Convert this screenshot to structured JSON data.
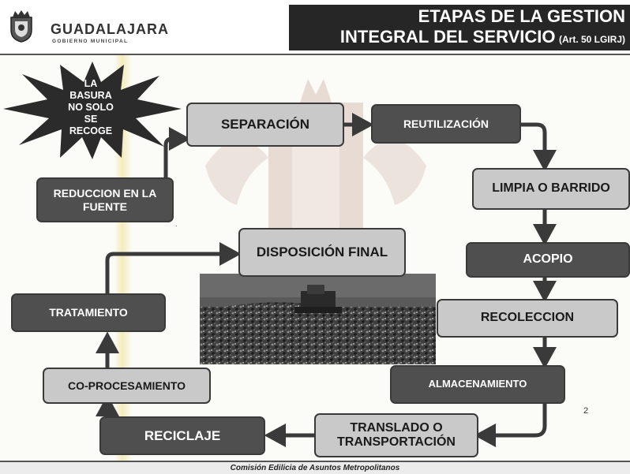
{
  "header": {
    "org_name": "GUADALAJARA",
    "org_subtitle": "GOBIERNO MUNICIPAL",
    "title_line1": "ETAPAS DE LA GESTION",
    "title_line2": "INTEGRAL DEL SERVICIO",
    "title_ref": "(Art. 50 LGIRJ)"
  },
  "callout": {
    "lines": [
      "LA",
      "BASURA",
      "NO SOLO",
      "SE",
      "RECOGE"
    ]
  },
  "stages": {
    "reduccion": "REDUCCION EN LA FUENTE",
    "separacion": "SEPARACIÓN",
    "reutilizacion": "REUTILIZACIÓN",
    "limpia": "LIMPIA O BARRIDO",
    "acopio": "ACOPIO",
    "recoleccion": "RECOLECCION",
    "almacenamiento": "ALMACENAMIENTO",
    "translado": "TRANSLADO O TRANSPORTACIÓN",
    "reciclaje": "RECICLAJE",
    "coprocesamiento": "CO-PROCESAMIENTO",
    "tratamiento": "TRATAMIENTO",
    "disposicion": "DISPOSICIÓN FINAL"
  },
  "page_number": "2",
  "footer": "Comisión Edilicia de Asuntos Metropolitanos",
  "icons": {
    "logo": "municipal-coat-of-arms-icon",
    "watermark": "coat-of-arms-watermark",
    "photo": "landfill-bulldozer-photo",
    "callout_shape": "starburst-icon"
  },
  "colors": {
    "title_bg": "#262626",
    "box_light": "#c9c9c9",
    "box_mid": "#9c9c9c",
    "box_dark": "#4f4f4f",
    "arrow": "#3a3a3a"
  }
}
